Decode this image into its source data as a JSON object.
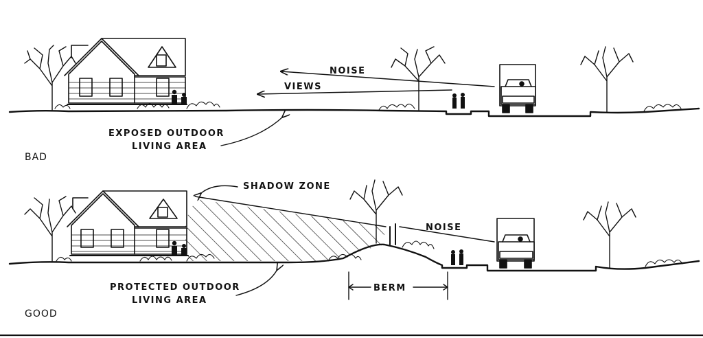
{
  "bad": {
    "caption": "BAD",
    "noise_label": "NOISE",
    "views_label": "VIEWS",
    "area_label_line1": "EXPOSED OUTDOOR",
    "area_label_line2": "LIVING AREA"
  },
  "good": {
    "caption": "GOOD",
    "shadow_label": "SHADOW ZONE",
    "noise_label": "NOISE",
    "berm_label": "BERM",
    "area_label_line1": "PROTECTED OUTDOOR",
    "area_label_line2": "LIVING AREA"
  }
}
